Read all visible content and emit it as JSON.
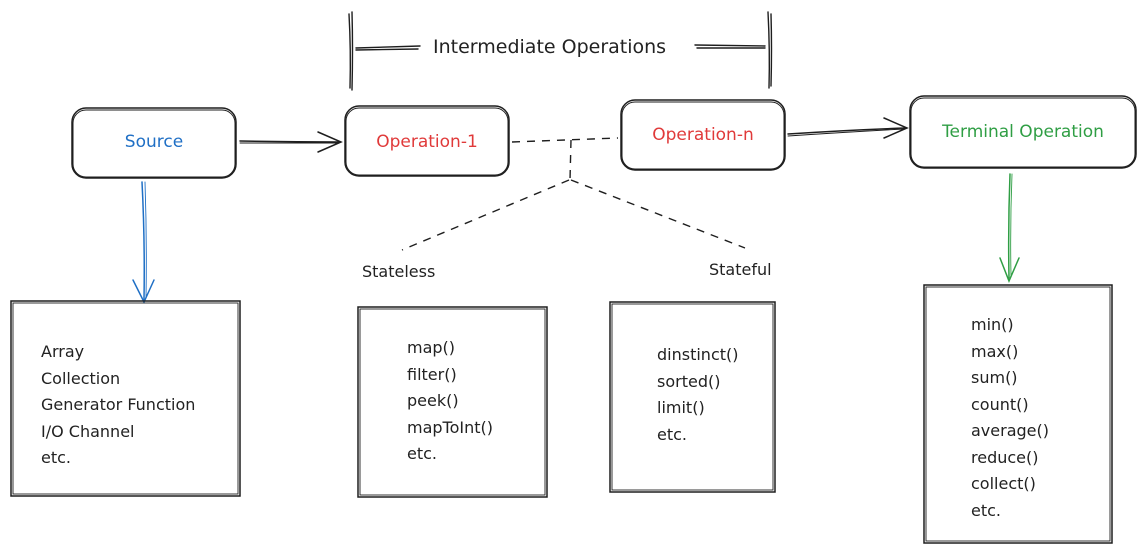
{
  "colors": {
    "source": "#1f6fc5",
    "operation": "#e03a3a",
    "terminal": "#2f9e44",
    "stroke": "#1e1e1e"
  },
  "intermediate": {
    "title": "Intermediate Operations"
  },
  "nodes": {
    "source": "Source",
    "operation_1": "Operation-1",
    "operation_n": "Operation-n",
    "terminal": "Terminal Operation"
  },
  "branches": {
    "stateless": "Stateless",
    "stateful": "Stateful"
  },
  "lists": {
    "source": [
      "Array",
      "Collection",
      "Generator Function",
      "I/O Channel",
      "etc."
    ],
    "stateless": [
      "map()",
      "filter()",
      "peek()",
      "mapToInt()",
      "etc."
    ],
    "stateful": [
      "dinstinct()",
      "sorted()",
      "limit()",
      "etc."
    ],
    "terminal": [
      "min()",
      "max()",
      "sum()",
      "count()",
      "average()",
      "reduce()",
      "collect()",
      "etc."
    ]
  }
}
